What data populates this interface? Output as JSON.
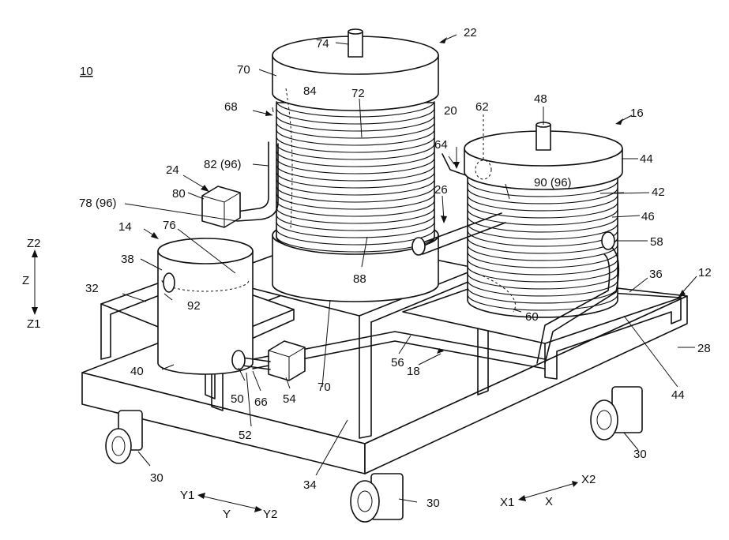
{
  "figure": {
    "ref_main": "10",
    "labels": {
      "l10": "10",
      "l12": "12",
      "l14": "14",
      "l16": "16",
      "l18": "18",
      "l20": "20",
      "l22": "22",
      "l24": "24",
      "l26": "26",
      "l28": "28",
      "l30a": "30",
      "l30b": "30",
      "l30c": "30",
      "l32": "32",
      "l34": "34",
      "l36": "36",
      "l38": "38",
      "l40": "40",
      "l42": "42",
      "l44a": "44",
      "l44b": "44",
      "l46": "46",
      "l48": "48",
      "l50": "50",
      "l52": "52",
      "l54": "54",
      "l56": "56",
      "l58": "58",
      "l60": "60",
      "l62": "62",
      "l64": "64",
      "l66": "66",
      "l68": "68",
      "l70a": "70",
      "l70b": "70",
      "l72": "72",
      "l74": "74",
      "l76": "76",
      "l78": "78 (96)",
      "l80": "80",
      "l82": "82 (96)",
      "l84": "84",
      "l88": "88",
      "l90": "90 (96)",
      "l92": "92"
    },
    "axes": {
      "z2": "Z2",
      "z": "Z",
      "z1": "Z1",
      "y1": "Y1",
      "y": "Y",
      "y2": "Y2",
      "x1": "X1",
      "x": "X",
      "x2": "X2"
    }
  }
}
